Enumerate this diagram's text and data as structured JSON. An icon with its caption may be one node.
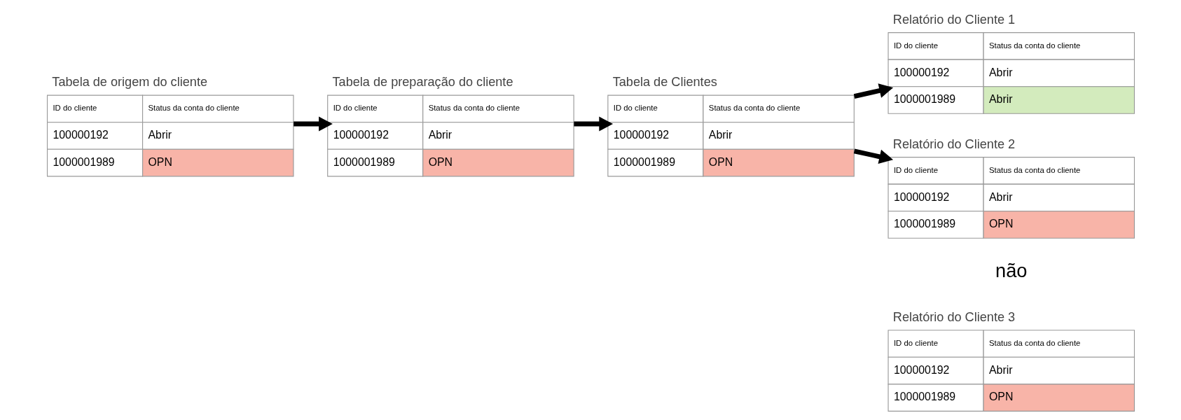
{
  "diagram": {
    "nodes": [
      {
        "text": [
          "Tabela de origem do cliente",
          "ID do cliente",
          "Status da conta do cliente",
          "100000192",
          "Abrir",
          "1000001989",
          "OPN"
        ]
      },
      {
        "text": [
          "Tabela de preparação do cliente",
          "ID do cliente",
          "Status da conta do cliente",
          "100000192",
          "Abrir",
          "1000001989",
          "OPN"
        ]
      },
      {
        "text": [
          "Tabela de Clientes",
          "ID do cliente",
          "Status da conta do cliente",
          "100000192",
          "Abrir",
          "1000001989",
          "OPN"
        ]
      },
      {
        "text": [
          "Relatório do Cliente 1",
          "ID do cliente",
          "Status da conta do cliente",
          "100000192",
          "Abrir",
          "1000001989",
          "Abrir"
        ]
      },
      {
        "text": [
          "Relatório do Cliente 2",
          "ID do cliente",
          "Status da conta do cliente",
          "100000192",
          "Abrir",
          "1000001989",
          "OPN"
        ]
      },
      {
        "text": [
          "Relatório do Cliente 3",
          "ID do cliente",
          "Status da conta do cliente",
          "100000192",
          "Abrir",
          "1000001989",
          "OPN"
        ]
      }
    ],
    "edges": [
      {
        "from": 0,
        "to": 1,
        "arrow": "to"
      },
      {
        "from": 1,
        "to": 2,
        "arrow": "to"
      },
      {
        "from": 2,
        "to": 3,
        "arrow": "to"
      },
      {
        "from": 2,
        "to": 4,
        "arrow": "to"
      }
    ],
    "labels": [
      "não"
    ]
  }
}
